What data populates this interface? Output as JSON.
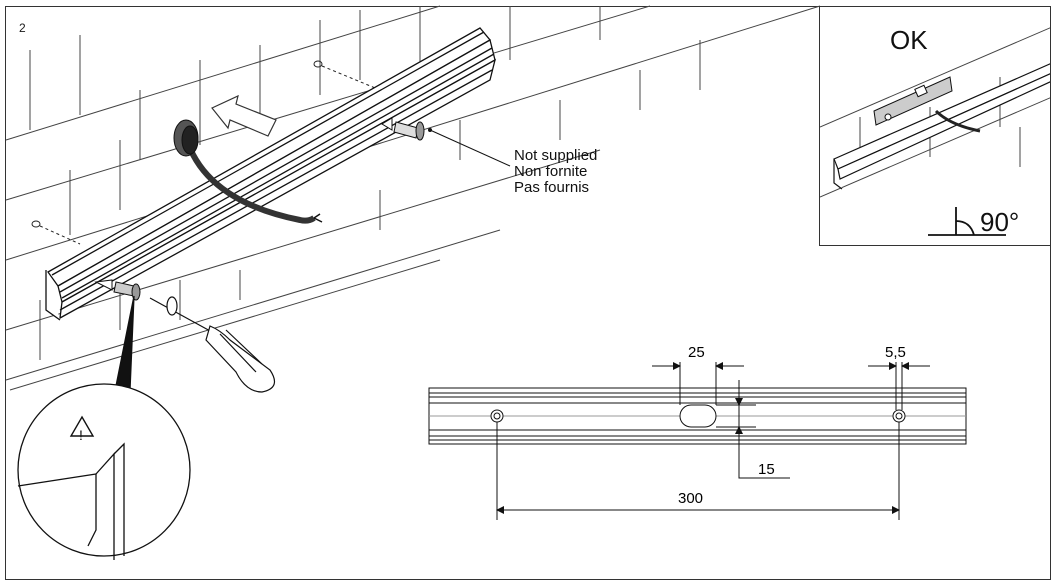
{
  "step_number": "2",
  "callout": {
    "line1": "Not supplied",
    "line2": "Non fornite",
    "line3": "Pas fournis"
  },
  "inset": {
    "ok_label": "OK",
    "angle_label": "90°"
  },
  "dimensions": {
    "slot_width": "25",
    "hole_diameter": "5,5",
    "slot_height": "15",
    "hole_spacing": "300"
  }
}
